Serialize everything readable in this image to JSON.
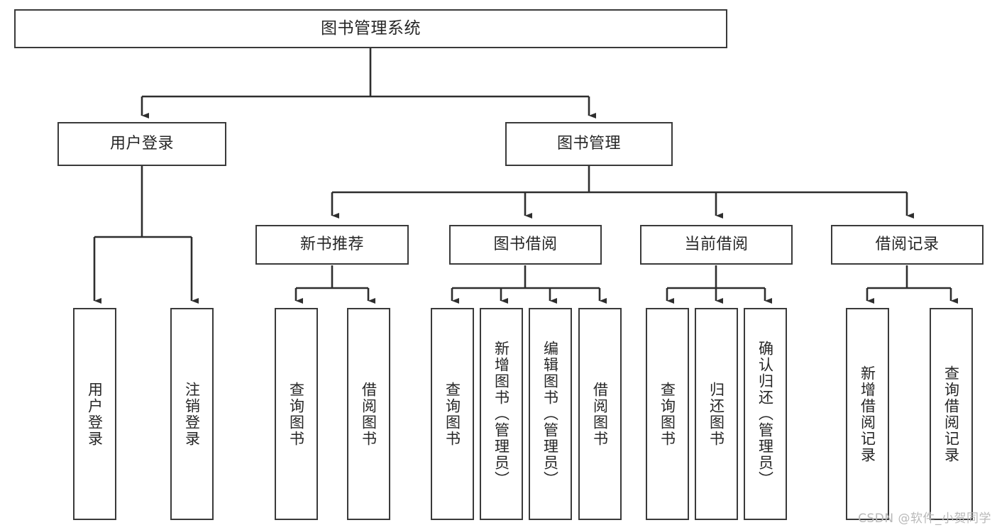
{
  "diagram": {
    "type": "hierarchy-tree",
    "title": "图书管理系统",
    "style": {
      "background": "#ffffff",
      "box_fill": "#ffffff",
      "box_stroke": "#3a3a3a",
      "connector_color": "#2e2e2e",
      "text_color": "#262626",
      "watermark_color": "#b9b9b9"
    },
    "nodes": {
      "root": {
        "label": "图书管理系统",
        "level": 0,
        "orientation": "horizontal"
      },
      "n_user_login": {
        "label": "用户登录",
        "level": 1,
        "orientation": "horizontal"
      },
      "n_book_mgmt": {
        "label": "图书管理",
        "level": 1,
        "orientation": "horizontal"
      },
      "n_new_book_rec": {
        "label": "新书推荐",
        "level": 2,
        "orientation": "horizontal"
      },
      "n_book_borrow": {
        "label": "图书借阅",
        "level": 2,
        "orientation": "horizontal"
      },
      "n_current_borrow": {
        "label": "当前借阅",
        "level": 2,
        "orientation": "horizontal"
      },
      "n_borrow_record": {
        "label": "借阅记录",
        "level": 2,
        "orientation": "horizontal"
      },
      "l_user_login": {
        "label": "用户登录",
        "level": 3,
        "orientation": "vertical"
      },
      "l_logout": {
        "label": "注销登录",
        "level": 3,
        "orientation": "vertical"
      },
      "l_query_book_1": {
        "label": "查询图书",
        "level": 3,
        "orientation": "vertical"
      },
      "l_borrow_book_1": {
        "label": "借阅图书",
        "level": 3,
        "orientation": "vertical"
      },
      "l_query_book_2": {
        "label": "查询图书",
        "level": 3,
        "orientation": "vertical"
      },
      "l_add_book": {
        "label": "新增图书（管理员）",
        "level": 3,
        "orientation": "vertical"
      },
      "l_edit_book": {
        "label": "编辑图书（管理员）",
        "level": 3,
        "orientation": "vertical"
      },
      "l_borrow_book_2": {
        "label": "借阅图书",
        "level": 3,
        "orientation": "vertical"
      },
      "l_query_book_3": {
        "label": "查询图书",
        "level": 3,
        "orientation": "vertical"
      },
      "l_return_book": {
        "label": "归还图书",
        "level": 3,
        "orientation": "vertical"
      },
      "l_confirm_return": {
        "label": "确认归还（管理员）",
        "level": 3,
        "orientation": "vertical"
      },
      "l_add_record": {
        "label": "新增借阅记录",
        "level": 3,
        "orientation": "vertical"
      },
      "l_query_record": {
        "label": "查询借阅记录",
        "level": 3,
        "orientation": "vertical"
      }
    },
    "edges": [
      {
        "from": "root",
        "to": "n_user_login"
      },
      {
        "from": "root",
        "to": "n_book_mgmt"
      },
      {
        "from": "n_book_mgmt",
        "to": "n_new_book_rec"
      },
      {
        "from": "n_book_mgmt",
        "to": "n_book_borrow"
      },
      {
        "from": "n_book_mgmt",
        "to": "n_current_borrow"
      },
      {
        "from": "n_book_mgmt",
        "to": "n_borrow_record"
      },
      {
        "from": "n_user_login",
        "to": "l_user_login"
      },
      {
        "from": "n_user_login",
        "to": "l_logout"
      },
      {
        "from": "n_new_book_rec",
        "to": "l_query_book_1"
      },
      {
        "from": "n_new_book_rec",
        "to": "l_borrow_book_1"
      },
      {
        "from": "n_book_borrow",
        "to": "l_query_book_2"
      },
      {
        "from": "n_book_borrow",
        "to": "l_add_book"
      },
      {
        "from": "n_book_borrow",
        "to": "l_edit_book"
      },
      {
        "from": "n_book_borrow",
        "to": "l_borrow_book_2"
      },
      {
        "from": "n_current_borrow",
        "to": "l_query_book_3"
      },
      {
        "from": "n_current_borrow",
        "to": "l_return_book"
      },
      {
        "from": "n_current_borrow",
        "to": "l_confirm_return"
      },
      {
        "from": "n_borrow_record",
        "to": "l_add_record"
      },
      {
        "from": "n_borrow_record",
        "to": "l_query_record"
      }
    ]
  },
  "watermark": {
    "text": "CSDN @软件_小贺同学"
  }
}
